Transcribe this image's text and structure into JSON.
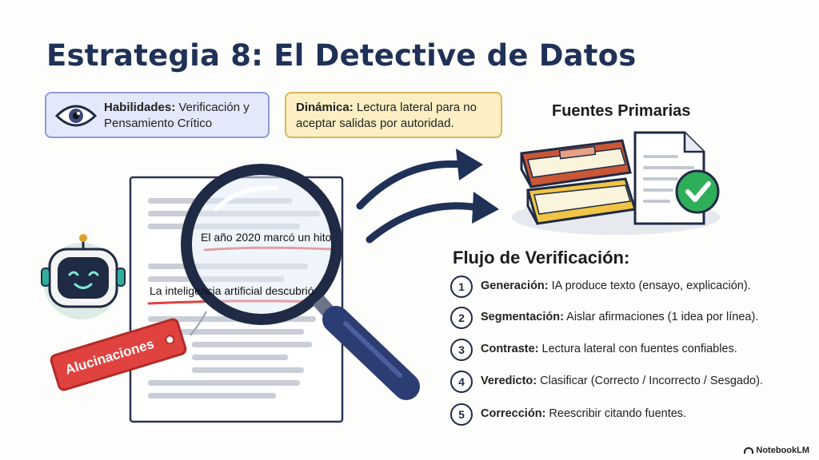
{
  "title": "Estrategia 8: El Detective de Datos",
  "skills_card": {
    "label": "Habilidades:",
    "text": " Verificación y Pensamiento Crítico",
    "icon": "eye-icon"
  },
  "dynamic_card": {
    "label": "Dinámica:",
    "text": " Lectura lateral para no aceptar salidas por autoridad."
  },
  "document": {
    "snippet_1": "El año 2020 marcó un hito",
    "snippet_2": "La inteligencia artificial descubrió",
    "tag": "Alucinaciones"
  },
  "sources": {
    "title": "Fuentes Primarias"
  },
  "flow": {
    "title": "Flujo de Verificación:",
    "steps": [
      {
        "num": "1",
        "label": "Generación:",
        "text": " IA produce texto (ensayo, explicación)."
      },
      {
        "num": "2",
        "label": "Segmentación:",
        "text": " Aislar afirmaciones (1 idea por línea)."
      },
      {
        "num": "3",
        "label": "Contraste:",
        "text": " Lectura lateral con fuentes confiables."
      },
      {
        "num": "4",
        "label": "Veredicto:",
        "text": " Clasificar (Correcto / Incorrecto / Sesgado)."
      },
      {
        "num": "5",
        "label": "Corrección:",
        "text": " Reescribir citando fuentes."
      }
    ]
  },
  "brand": "NotebookLM",
  "colors": {
    "navy": "#1f3157",
    "accent_red": "#e0433f",
    "check_green": "#2fae5a"
  }
}
